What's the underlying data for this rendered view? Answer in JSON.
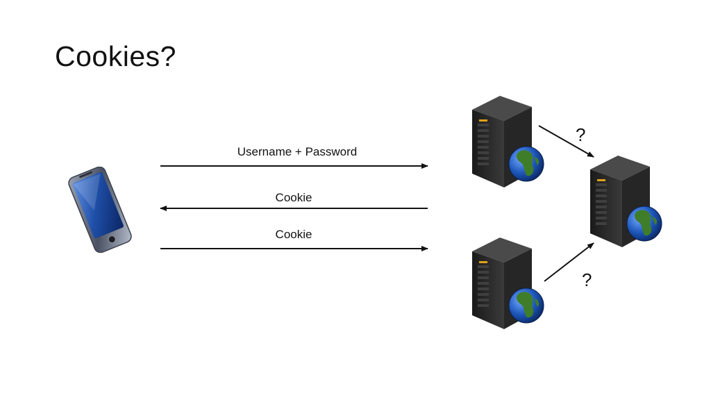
{
  "slide": {
    "title": "Cookies?",
    "messages": [
      {
        "label": "Username + Password",
        "direction": "right"
      },
      {
        "label": "Cookie",
        "direction": "left"
      },
      {
        "label": "Cookie",
        "direction": "right"
      }
    ],
    "question_marks": [
      "?",
      "?"
    ]
  },
  "icons": {
    "client": "smartphone-icon",
    "servers": [
      "server-globe-icon",
      "server-globe-icon",
      "server-globe-icon"
    ]
  },
  "colors": {
    "text": "#111111",
    "arrow": "#111111",
    "server_body": "#2b2b2b",
    "phone_screen": "#1f4fa8"
  }
}
